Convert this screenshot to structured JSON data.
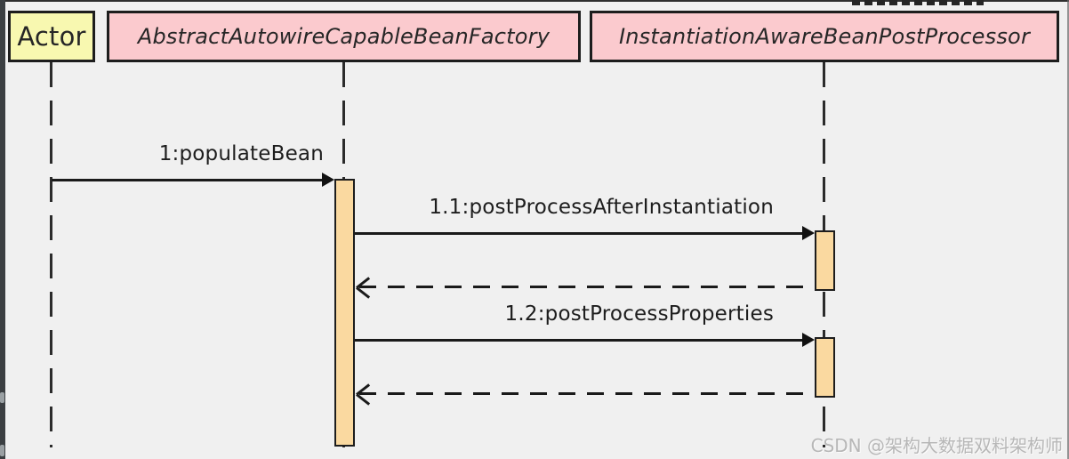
{
  "diagram": {
    "type": "uml-sequence",
    "participants": [
      {
        "label": "Actor",
        "kind": "actor"
      },
      {
        "label": "AbstractAutowireCapableBeanFactory",
        "kind": "class"
      },
      {
        "label": "InstantiationAwareBeanPostProcessor",
        "kind": "class"
      }
    ],
    "messages": [
      {
        "label": "1:populateBean",
        "from": "Actor",
        "to": "AbstractAutowireCapableBeanFactory",
        "kind": "call"
      },
      {
        "label": "1.1:postProcessAfterInstantiation",
        "from": "AbstractAutowireCapableBeanFactory",
        "to": "InstantiationAwareBeanPostProcessor",
        "kind": "call"
      },
      {
        "label": "",
        "from": "InstantiationAwareBeanPostProcessor",
        "to": "AbstractAutowireCapableBeanFactory",
        "kind": "return"
      },
      {
        "label": "1.2:postProcessProperties",
        "from": "AbstractAutowireCapableBeanFactory",
        "to": "InstantiationAwareBeanPostProcessor",
        "kind": "call"
      },
      {
        "label": "",
        "from": "InstantiationAwareBeanPostProcessor",
        "to": "AbstractAutowireCapableBeanFactory",
        "kind": "return"
      }
    ],
    "colors": {
      "background": "#F0F0F0",
      "actor_fill": "#F8F8B0",
      "class_fill": "#FBCACE",
      "activation_fill": "#FAD9A0",
      "line": "#1d1d1d"
    }
  },
  "watermark": {
    "text": "CSDN @架构大数据双料架构师"
  }
}
